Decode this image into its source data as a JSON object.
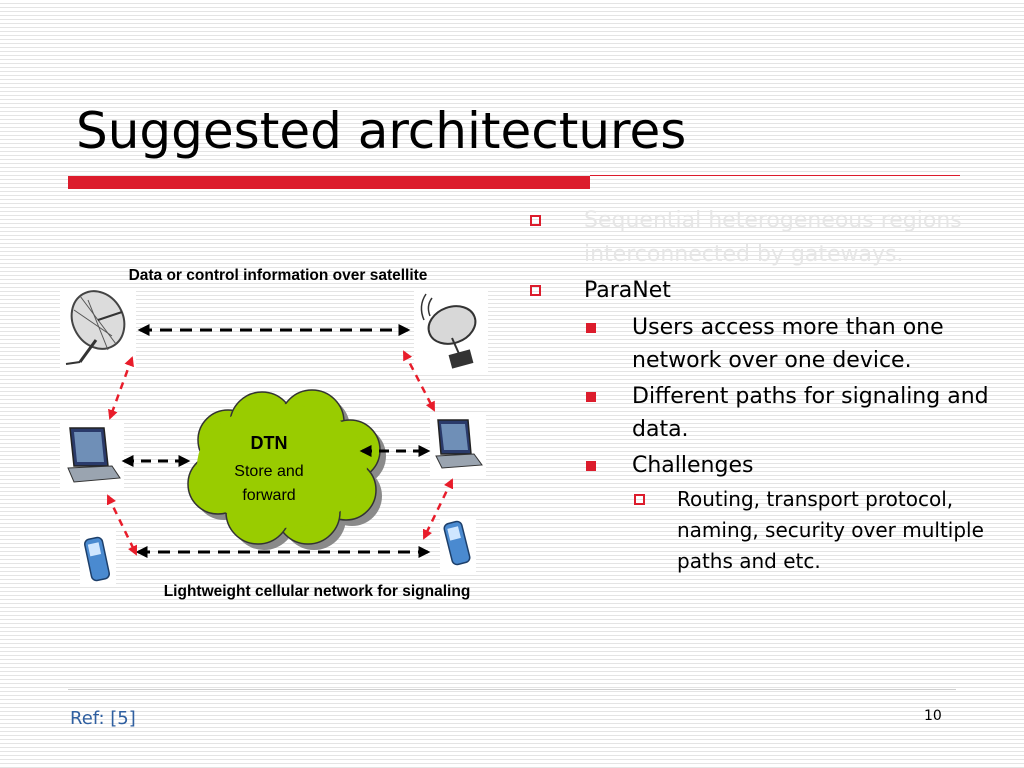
{
  "slide": {
    "title": "Suggested architectures",
    "ref": "Ref: [5]",
    "page_number": "10"
  },
  "bullets": [
    {
      "level": 1,
      "marker": "hollow-square",
      "text": "Sequential heterogeneous regions interconnected by gateways.",
      "faded": true
    },
    {
      "level": 1,
      "marker": "hollow-square",
      "text": "ParaNet"
    },
    {
      "level": 2,
      "marker": "solid-square",
      "text": "Users access more than one network over one device."
    },
    {
      "level": 2,
      "marker": "solid-square",
      "text": "Different paths for signaling and data."
    },
    {
      "level": 2,
      "marker": "solid-square",
      "text": "Challenges"
    },
    {
      "level": 3,
      "marker": "hollow-square",
      "text": "Routing, transport protocol, naming, security over multiple paths and etc."
    }
  ],
  "diagram": {
    "top_label": "Data or control information over satellite",
    "bottom_label": "Lightweight cellular network for signaling",
    "cloud_title": "DTN",
    "cloud_line1": "Store and",
    "cloud_line2": "forward"
  },
  "colors": {
    "accent_red": "#dc1c2c",
    "cloud_green": "#99cc00",
    "ref_blue": "#2f5fa0",
    "faded_text": "#e6e6e6"
  },
  "icons": [
    "satellite-dish-icon",
    "satellite-antenna-icon",
    "laptop-icon",
    "cell-phone-icon"
  ]
}
